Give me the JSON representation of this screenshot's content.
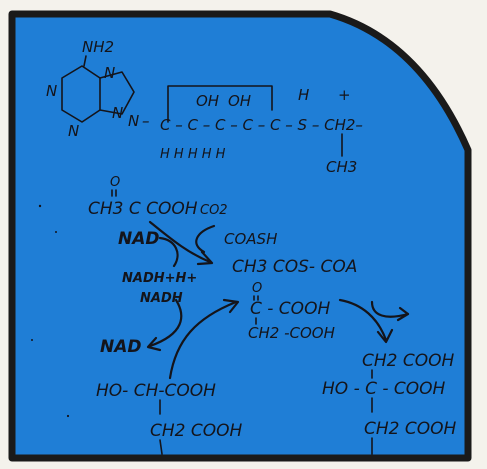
{
  "colors": {
    "panel_fill": "#1f7ed6",
    "panel_border": "#1a1a1a",
    "ink": "#14141a",
    "paper": "#f4f2ec"
  },
  "structure": {
    "nh2": "NH2",
    "n_top": "N",
    "n_mid": "N",
    "n_left": "N",
    "n_bottom": "N",
    "n_link": "N",
    "n_link_dash": "–",
    "chain": "C – C – C – C – C – S – CH2–",
    "oh1": "OH",
    "oh2": "OH",
    "h_top": "H",
    "plus": "+",
    "h_bottom": "H  H  H H  H",
    "ch3": "CH3"
  },
  "reactions": {
    "pyruvate": "CH3 C COOH",
    "pyruvate_o": "O",
    "co2": "CO2",
    "nad_1": "NAD",
    "coash": "COASH",
    "nadh_h": "NADH+H+",
    "acetyl_coa": "CH3 COS- COA",
    "nadh_2": "NADH",
    "oxalo_o": "O",
    "oxalo_1": "C - COOH",
    "oxalo_2": "CH2 -COOH",
    "nad_2": "NAD",
    "malate_1": "HO- CH-COOH",
    "malate_2": "CH2 COOH",
    "citrate_1": "CH2 COOH",
    "citrate_2": "HO - C - COOH",
    "citrate_3": "CH2 COOH"
  }
}
